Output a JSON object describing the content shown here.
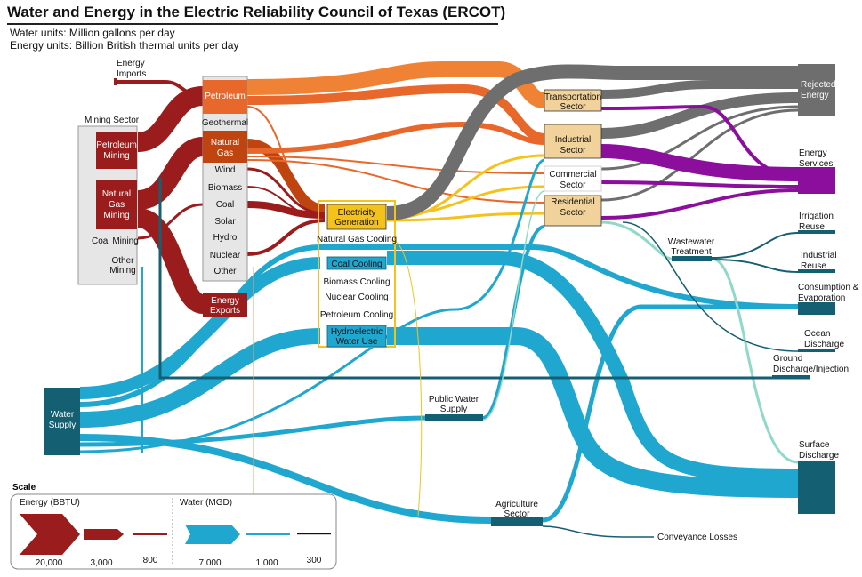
{
  "header": {
    "title": "Water and Energy in the Electric Reliability Council of Texas (ERCOT)",
    "water_units": "Water units: Million gallons per day",
    "energy_units": "Energy units: Billion British thermal units per day"
  },
  "colors": {
    "mining_red": "#9b1c1c",
    "petroleum": "#e8672a",
    "natural_gas": "#c0440f",
    "electricity": "#f5c21c",
    "rejected": "#6e6e6e",
    "services": "#8b0f9c",
    "water_blue": "#1fa7d0",
    "water_dark": "#155f73",
    "water_light": "#8fd9c9"
  },
  "mining": {
    "sector_label": "Mining Sector",
    "energy_imports": [
      "Energy",
      "Imports"
    ],
    "petroleum_mining": [
      "Petroleum",
      "Mining"
    ],
    "natural_gas_mining": [
      "Natural",
      "Gas",
      "Mining"
    ],
    "coal_mining": "Coal Mining",
    "other_mining": [
      "Other",
      "Mining"
    ]
  },
  "sources": {
    "petroleum": "Petroleum",
    "geothermal": "Geothermal",
    "natural_gas": [
      "Natural",
      "Gas"
    ],
    "wind": "Wind",
    "biomass": "Biomass",
    "coal": "Coal",
    "solar": "Solar",
    "hydro": "Hydro",
    "nuclear": "Nuclear",
    "other": "Other",
    "energy_exports": [
      "Energy",
      "Exports"
    ]
  },
  "electricity": {
    "generation": [
      "Electricity",
      "Generation"
    ],
    "natural_gas_cooling": "Natural Gas Cooling",
    "coal_cooling": "Coal Cooling",
    "biomass_cooling": "Biomass Cooling",
    "nuclear_cooling": "Nuclear Cooling",
    "petroleum_cooling": "Petroleum Cooling",
    "hydroelectric": [
      "Hydroelectric",
      "Water Use"
    ]
  },
  "sectors": {
    "transportation": [
      "Transportation",
      "Sector"
    ],
    "industrial": [
      "Industrial",
      "Sector"
    ],
    "commercial": [
      "Commercial",
      "Sector"
    ],
    "residential": [
      "Residential",
      "Sector"
    ],
    "wastewater": [
      "Wastewater",
      "Treatment"
    ],
    "public_water": [
      "Public Water",
      "Supply"
    ],
    "agriculture": [
      "Agriculture",
      "Sector"
    ],
    "water_supply": [
      "Water",
      "Supply"
    ]
  },
  "outputs": {
    "rejected_energy": [
      "Rejected",
      "Energy"
    ],
    "energy_services": [
      "Energy",
      "Services"
    ],
    "irrigation_reuse": [
      "Irrigation",
      "Reuse"
    ],
    "industrial_reuse": [
      "Industrial",
      "Reuse"
    ],
    "consumption": [
      "Consumption &",
      "Evaporation"
    ],
    "ocean_discharge": [
      "Ocean",
      "Discharge"
    ],
    "ground_discharge": [
      "Ground",
      "Discharge/Injection"
    ],
    "surface_discharge": [
      "Surface",
      "Discharge"
    ],
    "conveyance_losses": "Conveyance Losses"
  },
  "scale": {
    "title": "Scale",
    "energy_title": "Energy (BBTU)",
    "water_title": "Water (MGD)",
    "energy_values": [
      "20,000",
      "3,000",
      "800"
    ],
    "water_values": [
      "7,000",
      "1,000",
      "300"
    ]
  }
}
